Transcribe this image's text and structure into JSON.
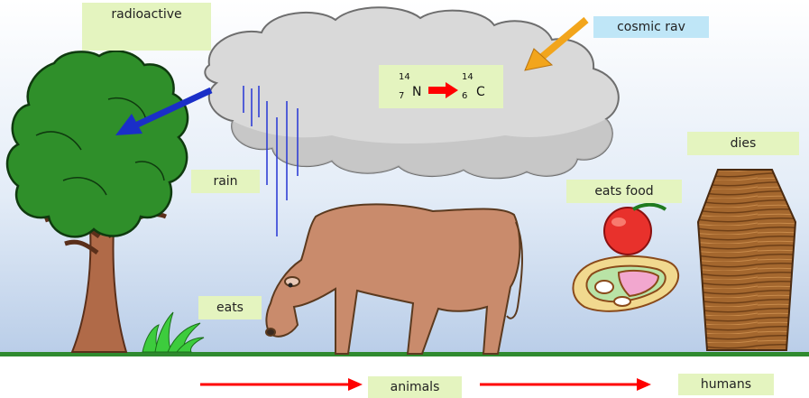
{
  "labels": {
    "radioactive": "radioactive",
    "cosmic_ray": "cosmic rav",
    "rain": "rain",
    "eats": "eats",
    "eats_food": "eats food",
    "dies": "dies",
    "animals": "animals",
    "humans": "humans"
  },
  "formula": {
    "reactant_mass": "14",
    "reactant_atomic": "7",
    "reactant_symbol": "N",
    "product_mass": "14",
    "product_atomic": "6",
    "product_symbol": "C"
  },
  "colors": {
    "label_green": "#e4f4bf",
    "label_blue": "#bfe6f7",
    "arrow_red": "#ff0000",
    "ground_green": "#2f8a2f"
  }
}
